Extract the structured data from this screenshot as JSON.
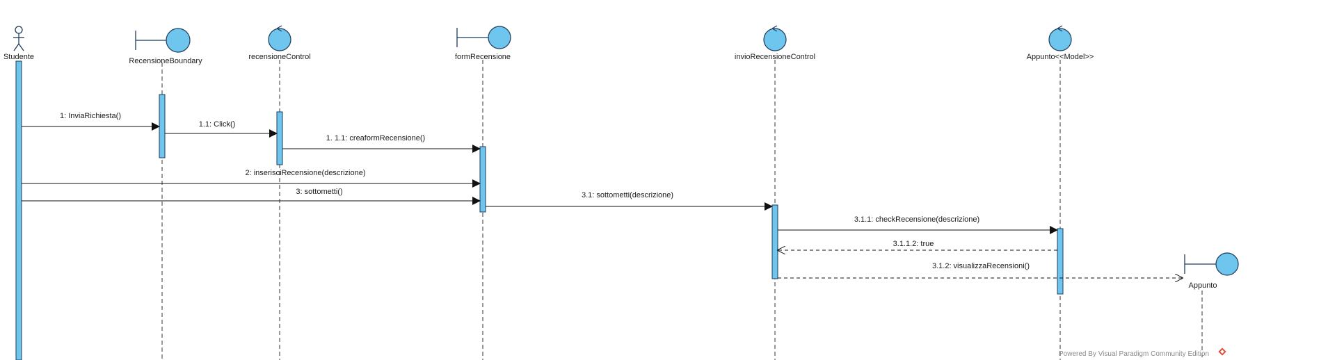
{
  "diagram": {
    "type": "uml-sequence-diagram",
    "colors": {
      "fill": "#6ec6ee",
      "stroke": "#1f3a5a",
      "line": "#222222",
      "background": "#ffffff"
    },
    "participants": [
      {
        "id": "studente",
        "kind": "actor",
        "name": "Studente"
      },
      {
        "id": "recensioneBoundary",
        "kind": "boundary",
        "name": "RecensioneBoundary"
      },
      {
        "id": "recensioneControl",
        "kind": "control",
        "name": "recensioneControl"
      },
      {
        "id": "formRecensione",
        "kind": "boundary",
        "name": "formRecensione"
      },
      {
        "id": "invioRecensioneControl",
        "kind": "control",
        "name": "invioRecensioneControl"
      },
      {
        "id": "appuntoModel",
        "kind": "control",
        "name": "Appunto<<Model>>"
      },
      {
        "id": "appunto",
        "kind": "boundary",
        "name": "Appunto"
      }
    ],
    "messages": [
      {
        "from": "studente",
        "to": "recensioneBoundary",
        "label": "1: InviaRichiesta()",
        "style": "sync"
      },
      {
        "from": "recensioneBoundary",
        "to": "recensioneControl",
        "label": "1.1: Click()",
        "style": "sync"
      },
      {
        "from": "recensioneControl",
        "to": "formRecensione",
        "label": "1. 1.1: creaformRecensione()",
        "style": "sync"
      },
      {
        "from": "studente",
        "to": "formRecensione",
        "label": "2: inserisciRecensione(descrizione)",
        "style": "sync"
      },
      {
        "from": "studente",
        "to": "formRecensione",
        "label": "3: sottometti()",
        "style": "sync"
      },
      {
        "from": "formRecensione",
        "to": "invioRecensioneControl",
        "label": "3.1: sottometti(descrizione)",
        "style": "sync"
      },
      {
        "from": "invioRecensioneControl",
        "to": "appuntoModel",
        "label": "3.1.1: checkRecensione(descrizione)",
        "style": "sync"
      },
      {
        "from": "appuntoModel",
        "to": "invioRecensioneControl",
        "label": "3.1.1.2: true",
        "style": "return"
      },
      {
        "from": "invioRecensioneControl",
        "to": "appunto",
        "label": "3.1.2: visualizzaRecensioni()",
        "style": "create"
      }
    ],
    "watermark": "Powered By  Visual Paradigm Community Edition"
  }
}
